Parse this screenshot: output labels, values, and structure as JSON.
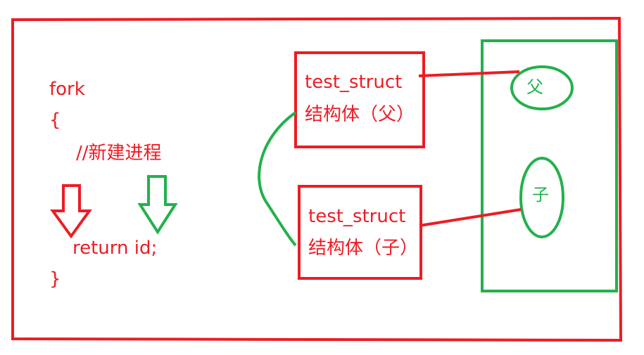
{
  "colors": {
    "red": "#ed1c24",
    "green": "#22b14c"
  },
  "code": {
    "line1": "fork",
    "line2": "{",
    "line3": "//新建进程",
    "line4": "return id;",
    "line5": "}"
  },
  "box_parent": {
    "line1": "test_struct",
    "line2": "结构体（父）"
  },
  "box_child": {
    "line1": "test_struct",
    "line2": "结构体（子）"
  },
  "process_parent": "父",
  "process_child": "子"
}
